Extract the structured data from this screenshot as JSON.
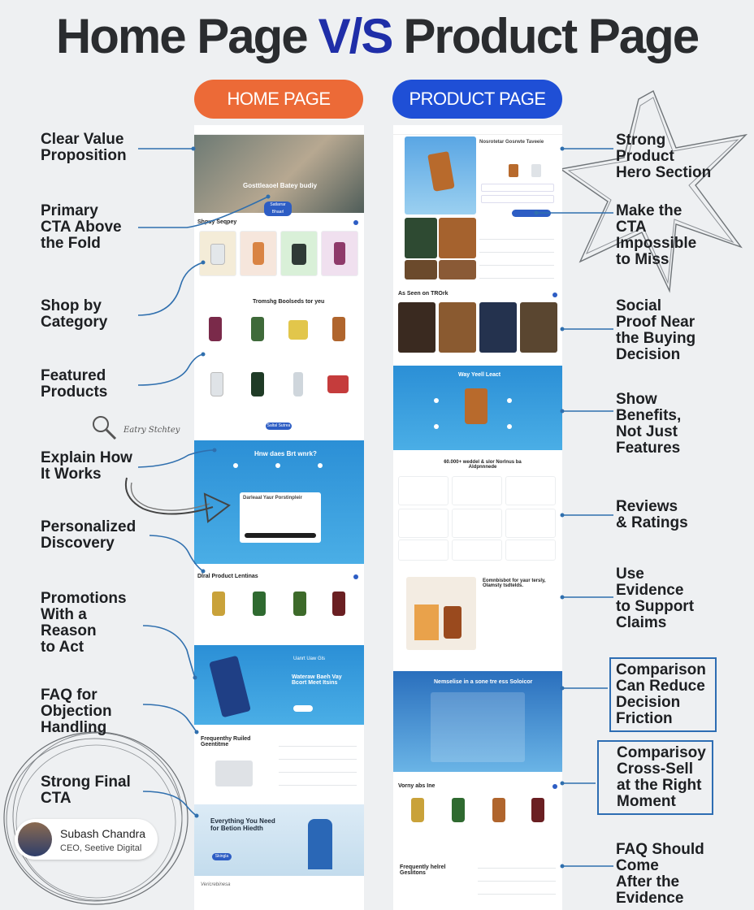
{
  "title": {
    "left": "Home Page",
    "vs": "V/S",
    "right": "Product Page"
  },
  "pills": {
    "home": "HOME PAGE",
    "product": "PRODUCT PAGE"
  },
  "left_labels": [
    "Clear Value\nProposition",
    "Primary\nCTA Above\nthe Fold",
    "Shop by\nCategory",
    "Featured\nProducts",
    "Explain How\nIt Works",
    "Personalized\nDiscovery",
    "Promotions\nWith a\nReason\nto Act",
    "FAQ for\nObjection\nHandling",
    "Strong Final\nCTA"
  ],
  "right_labels": [
    "Strong\nProduct\nHero Section",
    "Make the\nCTA\nImpossible\nto Miss",
    "Social\nProof Near\nthe Buying\nDecision",
    "Show\nBenefits,\nNot Just\nFeatures",
    "Reviews\n& Ratings",
    "Use\nEvidence\nto Support\nClaims",
    "Comparison\nCan Reduce\nDecision\nFriction",
    "Comparisoy\nCross-Sell\nat the Right\nMoment",
    "FAQ Should\nCome\nAfter the\nEvidence"
  ],
  "search_hint": "Eatry Stchtey",
  "author": {
    "name": "Subash Chandra",
    "role": "CEO, Seetive Digital"
  },
  "home_mock": {
    "hero_text": "Gosttleaoel Batey budiy",
    "hero_button": "Satlarrar Bhaarl",
    "section_category": "Shpuy Seqpey",
    "section_featured": "Tromshg Boolseds tor yeu",
    "view_button": "Saltal Sutrea",
    "how_it_works": "Hnw daes Brt wnrk?",
    "discovery_panel": "Darleaal Yaur Porstinpleir",
    "popular": "Dlral Product Lentinas",
    "promo_tag": "Uanrt Uaw Gls",
    "promo_text": "Wateraw Baeh Vay Bcort Meet Itsins",
    "faq_title": "Frequenthy Ruiled Geentitme",
    "final_cta": "Everything You Need for Betion Hiedth",
    "final_button": "Skingla",
    "footer_brand": "Vericrebinesa"
  },
  "product_mock": {
    "product_title": "Nosrotetar Gosrwte Taveeie",
    "as_seen": "As Seen on TROrk",
    "benefits_title": "Way Yeell Leact",
    "reviews_title": "60.000+ weddel & slor Norlnus ba Aldpnnnede",
    "evidence_title": "Eomnbisbot for yaur tersly, Olamsty tsdtelds.",
    "comparison_title": "Nemselise in a sone tre ess Soloicor",
    "cross_sell": "Vorny abs Ine",
    "faq_title": "Frequently helrel Geslitons"
  }
}
